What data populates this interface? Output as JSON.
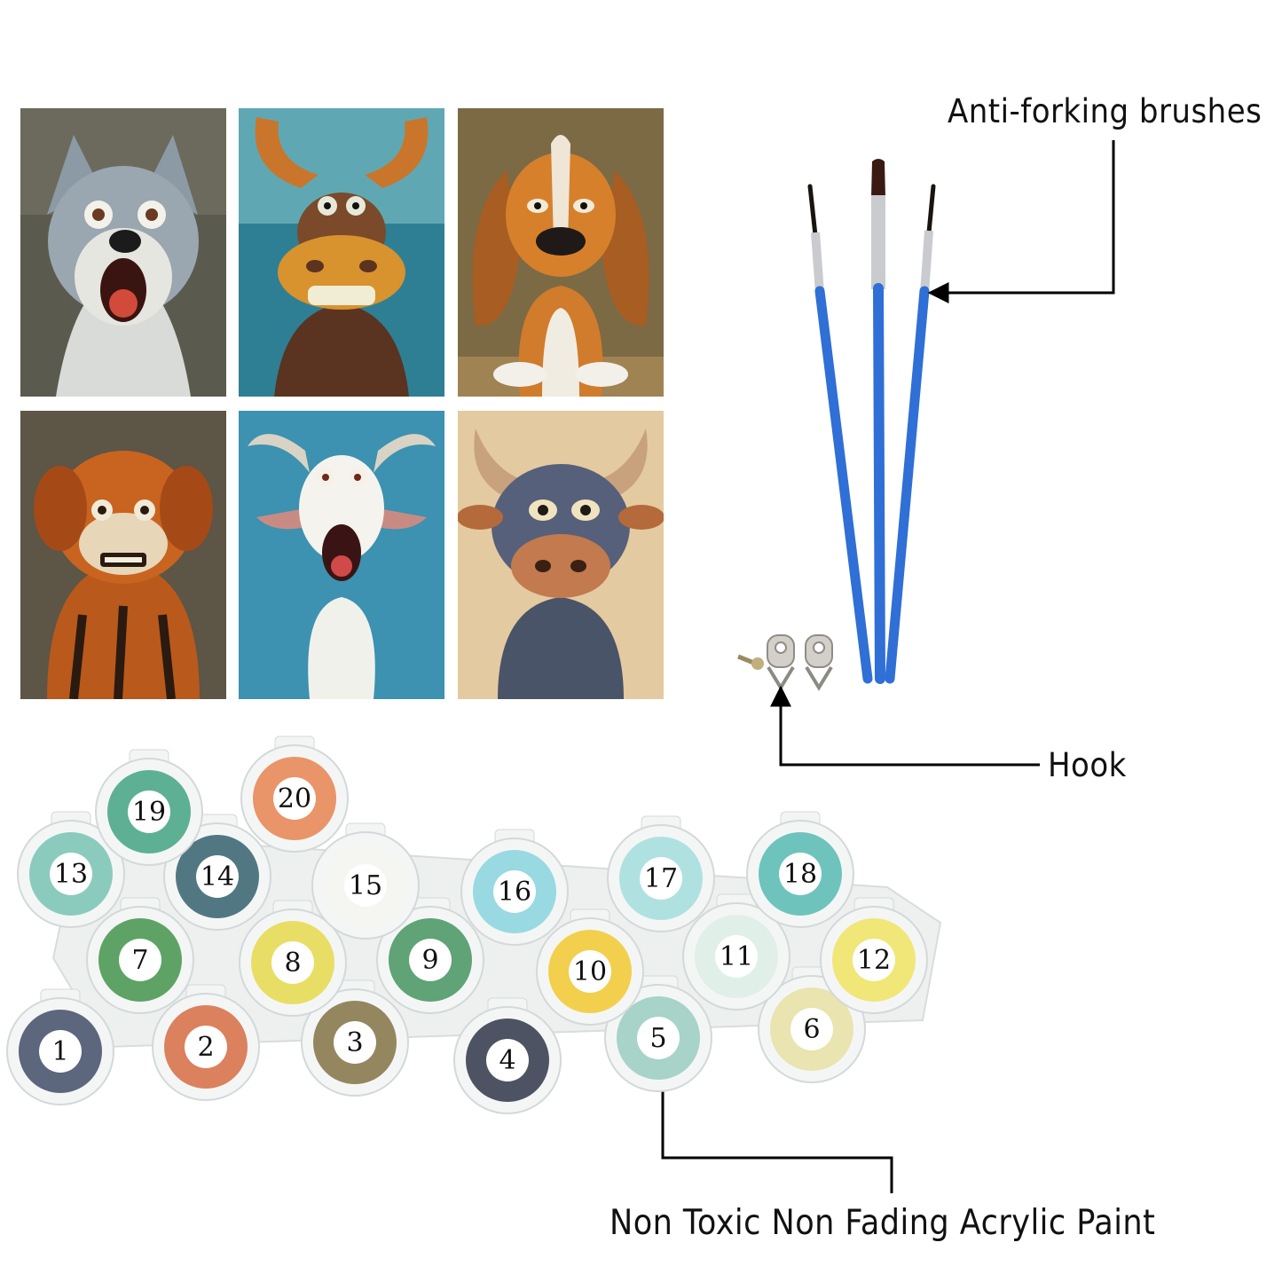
{
  "labels": {
    "brushes": "Anti-forking brushes",
    "hook": "Hook",
    "paint": "Non Toxic Non Fading Acrylic Paint"
  },
  "paintings": [
    {
      "subject": "shocked-wolf",
      "bg": "#5b5a4e",
      "accent": "#c9cdd2"
    },
    {
      "subject": "grinning-moose",
      "bg": "#2f7f94",
      "accent": "#c9762c"
    },
    {
      "subject": "grumpy-dog",
      "bg": "#7c6a45",
      "accent": "#d67d2a"
    },
    {
      "subject": "scared-tiger",
      "bg": "#5d5546",
      "accent": "#c8641f"
    },
    {
      "subject": "screaming-goat",
      "bg": "#3c92b0",
      "accent": "#eeeeea"
    },
    {
      "subject": "grumpy-bull",
      "bg": "#e4caa0",
      "accent": "#4f5a6e"
    }
  ],
  "paint_pots": [
    {
      "num": "1",
      "color": "#4b5670"
    },
    {
      "num": "2",
      "color": "#d8744e"
    },
    {
      "num": "3",
      "color": "#8a7a4e"
    },
    {
      "num": "4",
      "color": "#3b4152"
    },
    {
      "num": "5",
      "color": "#9fcfc4"
    },
    {
      "num": "6",
      "color": "#e8e2a8"
    },
    {
      "num": "7",
      "color": "#4e9a55"
    },
    {
      "num": "8",
      "color": "#e7dc55"
    },
    {
      "num": "9",
      "color": "#4f9a68"
    },
    {
      "num": "10",
      "color": "#f2cc3c"
    },
    {
      "num": "11",
      "color": "#dfeee8"
    },
    {
      "num": "12",
      "color": "#f1e46a"
    },
    {
      "num": "13",
      "color": "#7fc7b8"
    },
    {
      "num": "14",
      "color": "#3f6a75"
    },
    {
      "num": "15",
      "color": "#f5f6f2"
    },
    {
      "num": "16",
      "color": "#8fd6df"
    },
    {
      "num": "17",
      "color": "#a9dfdf"
    },
    {
      "num": "18",
      "color": "#5fbfb6"
    },
    {
      "num": "19",
      "color": "#4ea98a"
    },
    {
      "num": "20",
      "color": "#e88a5a"
    }
  ],
  "brush_handle_color": "#2f6fd6"
}
